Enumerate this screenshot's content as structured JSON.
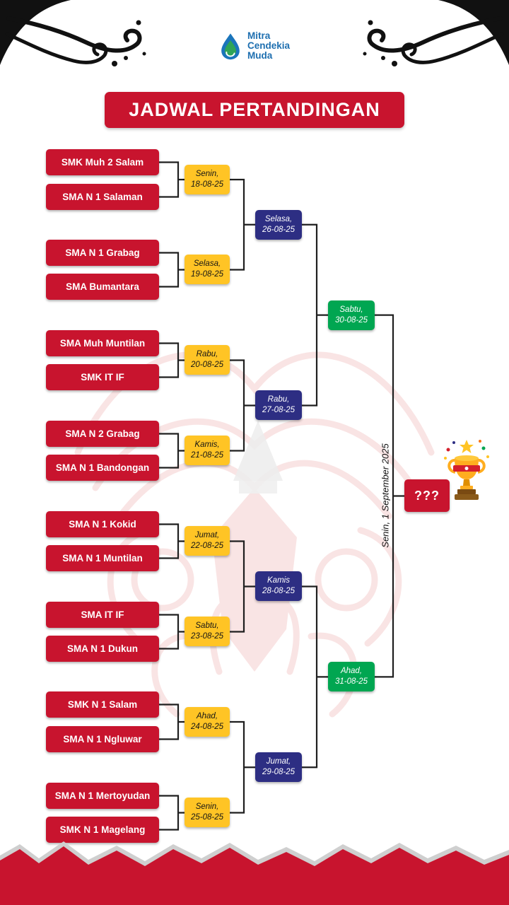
{
  "header": {
    "logo": {
      "line1": "Mitra",
      "line2": "Cendekia",
      "line3": "Muda"
    },
    "title": "JADWAL PERTANDINGAN"
  },
  "colors": {
    "red": "#C8142E",
    "yellow": "#FFC425",
    "blue": "#2D2E83",
    "green": "#00A651",
    "logo_blue": "#1E6FB0",
    "line": "#1F1F1F"
  },
  "bracket": {
    "round1": [
      {
        "team_top": "SMK Muh 2 Salam",
        "team_bottom": "SMA N 1 Salaman",
        "day": "Senin,",
        "date": "18-08-25"
      },
      {
        "team_top": "SMA N 1 Grabag",
        "team_bottom": "SMA Bumantara",
        "day": "Selasa,",
        "date": "19-08-25"
      },
      {
        "team_top": "SMA Muh Muntilan",
        "team_bottom": "SMK IT IF",
        "day": "Rabu,",
        "date": "20-08-25"
      },
      {
        "team_top": "SMA N 2 Grabag",
        "team_bottom": "SMA N 1 Bandongan",
        "day": "Kamis,",
        "date": "21-08-25"
      },
      {
        "team_top": "SMA N 1 Kokid",
        "team_bottom": "SMA N 1 Muntilan",
        "day": "Jumat,",
        "date": "22-08-25"
      },
      {
        "team_top": "SMA IT IF",
        "team_bottom": "SMA N 1 Dukun",
        "day": "Sabtu,",
        "date": "23-08-25"
      },
      {
        "team_top": "SMK N 1 Salam",
        "team_bottom": "SMA N 1 Ngluwar",
        "day": "Ahad,",
        "date": "24-08-25"
      },
      {
        "team_top": "SMA N 1 Mertoyudan",
        "team_bottom": "SMK N 1 Magelang",
        "day": "Senin,",
        "date": "25-08-25"
      }
    ],
    "round2": [
      {
        "day": "Selasa,",
        "date": "26-08-25"
      },
      {
        "day": "Rabu,",
        "date": "27-08-25"
      },
      {
        "day": "Kamis",
        "date": "28-08-25"
      },
      {
        "day": "Jumat,",
        "date": "29-08-25"
      }
    ],
    "semifinal": [
      {
        "day": "Sabtu,",
        "date": "30-08-25"
      },
      {
        "day": "Ahad,",
        "date": "31-08-25"
      }
    ],
    "final": {
      "date_label": "Senin, 1 September 2025",
      "winner_placeholder": "???"
    }
  }
}
